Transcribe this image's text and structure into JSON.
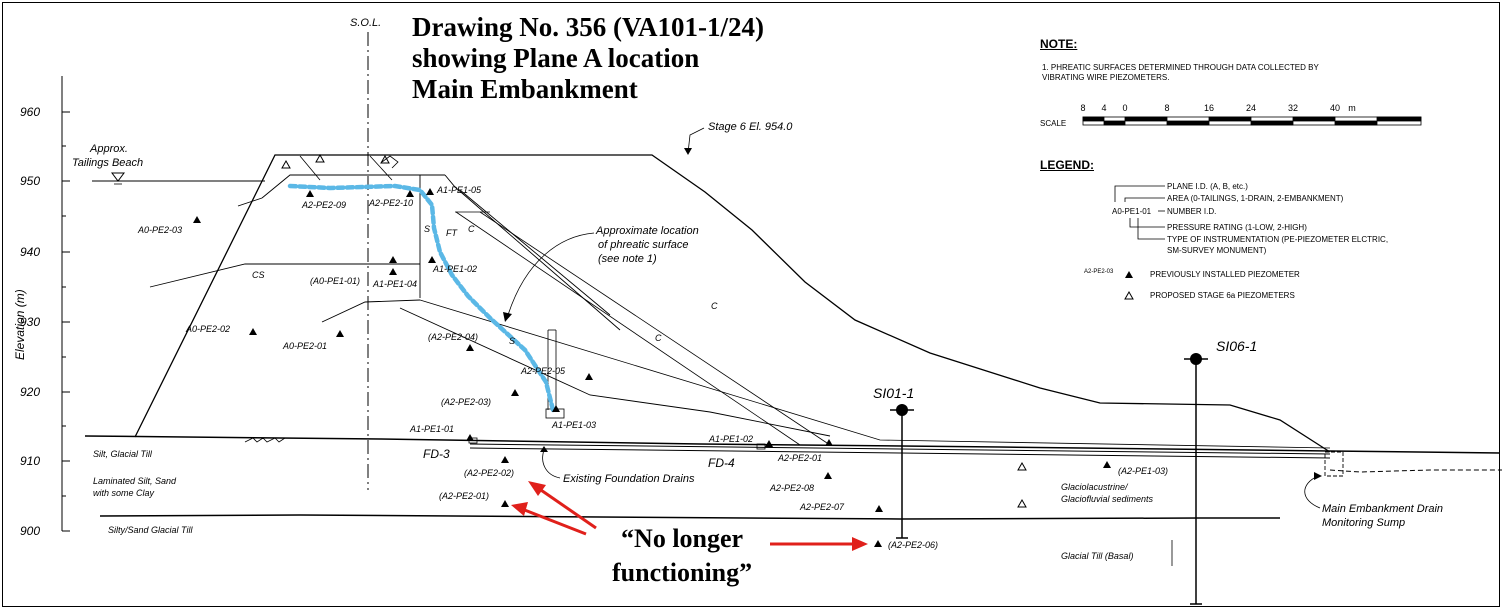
{
  "title": {
    "line1": "Drawing No. 356 (VA101-1/24)",
    "line2": "showing Plane A location",
    "line3": "Main Embankment"
  },
  "callout": {
    "line1": "“No longer",
    "line2": "functioning”",
    "color": "#e0201b"
  },
  "axis": {
    "label": "Elevation (m)",
    "ticks": [
      "960",
      "950",
      "940",
      "930",
      "920",
      "910",
      "900"
    ]
  },
  "sol_label": "S.O.L.",
  "stage_label": "Stage 6 El. 954.0",
  "beach_label": {
    "line1": "Approx.",
    "line2": "Tailings Beach"
  },
  "phreatic_label": {
    "line1": "Approximate location",
    "line2": "of phreatic surface",
    "line3": "(see note 1)",
    "color": "#5bb8e6"
  },
  "drain_label": "Existing Foundation Drains",
  "sump_label": {
    "line1": "Main Embankment Drain",
    "line2": "Monitoring Sump"
  },
  "zones": [
    "CS",
    "S",
    "FT",
    "C",
    "C",
    "C",
    "S"
  ],
  "materials": {
    "silt_till": "Silt, Glacial Till",
    "laminated_1": "Laminated Silt, Sand",
    "laminated_2": "with some Clay",
    "silty_sand": "Silty/Sand Glacial Till",
    "glacio_1": "Glaciolacustrine/",
    "glacio_2": "Glaciofluvial sediments",
    "basal": "Glacial Till (Basal)"
  },
  "drains": [
    "FD-3",
    "FD-4"
  ],
  "inclinometers": [
    "SI01-1",
    "SI06-1"
  ],
  "piezometers": [
    "A0-PE2-03",
    "A2-PE2-09",
    "A2-PE2-10",
    "A1-PE1-05",
    "(A0-PE1-01)",
    "A1-PE1-02",
    "A1-PE1-04",
    "A0-PE2-02",
    "A0-PE2-01",
    "(A2-PE2-04)",
    "A2-PE2-05",
    "(A2-PE2-03)",
    "A1-PE1-03",
    "A1-PE1-01",
    "A1-PE1-02",
    "A2-PE2-01",
    "(A2-PE2-02)",
    "(A2-PE2-01)",
    "A2-PE2-08",
    "A2-PE2-07",
    "(A2-PE2-06)",
    "(A2-PE1-03)"
  ],
  "note": {
    "heading": "NOTE:",
    "text": "1.  PHREATIC SURFACES DETERMINED THROUGH DATA COLLECTED BY VIBRATING WIRE PIEZOMETERS."
  },
  "scale": {
    "label": "SCALE",
    "ticks": [
      "8",
      "4",
      "0",
      "8",
      "16",
      "24",
      "32",
      "40"
    ],
    "unit": "m"
  },
  "legend": {
    "heading": "LEGEND:",
    "code": "A0-PE1-01",
    "items": [
      "PLANE I.D. (A, B, etc.)",
      "AREA (0-TAILINGS, 1-DRAIN, 2-EMBANKMENT)",
      "NUMBER I.D.",
      "PRESSURE RATING (1-LOW, 2-HIGH)",
      "TYPE OF INSTRUMENTATION (PE-PIEZOMETER ELCTRIC,",
      "SM-SURVEY MONUMENT)"
    ],
    "prev_code": "A2-PE2-03",
    "prev_label": "PREVIOUSLY INSTALLED PIEZOMETER",
    "prop_label": "PROPOSED STAGE 6a PIEZOMETERS"
  }
}
